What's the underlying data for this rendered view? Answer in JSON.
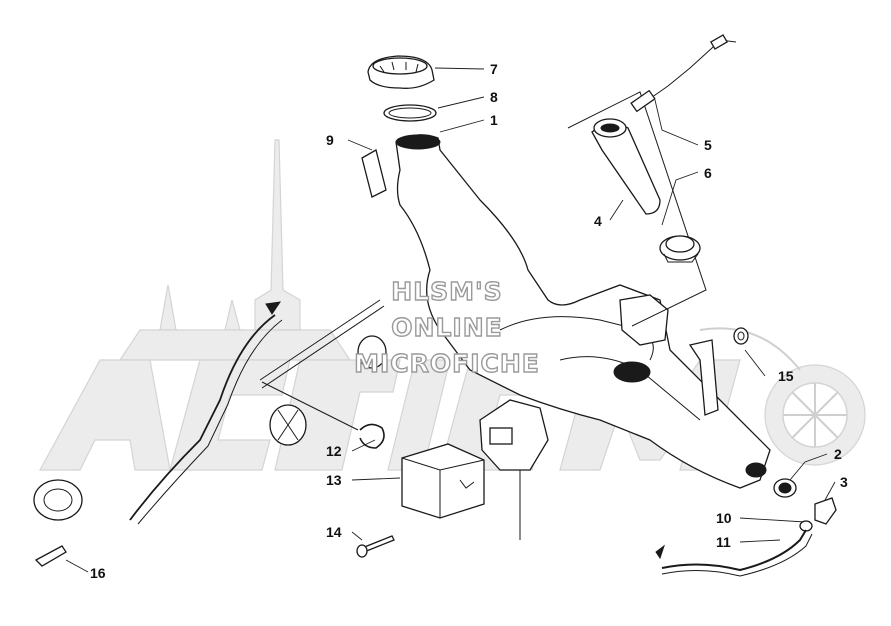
{
  "watermark": {
    "lines": [
      "HLSM'S",
      "ONLINE",
      "MICROFICHE"
    ],
    "background_logo": "arctic-cat-logo",
    "background_logo_color": "#dcdcdc"
  },
  "callouts": [
    {
      "id": "c1",
      "label": "1"
    },
    {
      "id": "c2",
      "label": "2"
    },
    {
      "id": "c3",
      "label": "3"
    },
    {
      "id": "c4",
      "label": "4"
    },
    {
      "id": "c5",
      "label": "5"
    },
    {
      "id": "c6",
      "label": "6"
    },
    {
      "id": "c7",
      "label": "7"
    },
    {
      "id": "c8",
      "label": "8"
    },
    {
      "id": "c9",
      "label": "9"
    },
    {
      "id": "c10",
      "label": "10"
    },
    {
      "id": "c11",
      "label": "11"
    },
    {
      "id": "c12",
      "label": "12"
    },
    {
      "id": "c13",
      "label": "13"
    },
    {
      "id": "c14",
      "label": "14"
    },
    {
      "id": "c15",
      "label": "15"
    },
    {
      "id": "c16",
      "label": "16"
    }
  ],
  "colors": {
    "ink": "#1a1a1a",
    "watermark": "#9a9a9a",
    "background": "#ffffff"
  }
}
